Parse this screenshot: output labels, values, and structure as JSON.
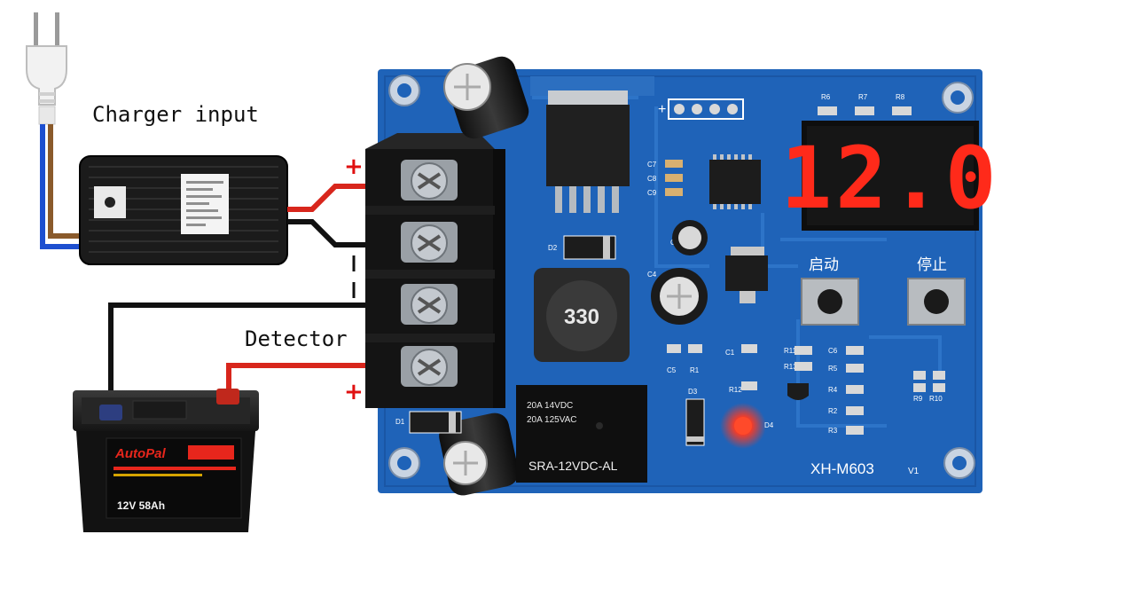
{
  "labels": {
    "charger_input": "Charger input",
    "detector": "Detector",
    "plus_top": "+",
    "plus_bottom": "+"
  },
  "board": {
    "model": "XH-M603",
    "version": "V1",
    "display": "12.0",
    "start_button": "启动",
    "stop_button": "停止",
    "inductor": "330",
    "relay_line1": "20A 14VDC",
    "relay_line2": "20A 125VAC",
    "relay_model": "SRA-12VDC-AL",
    "led_label": "D4",
    "components": {
      "r6": "R6",
      "r7": "R7",
      "r8": "R8",
      "c7": "C7",
      "c8": "C8",
      "c9": "C9",
      "c2": "C2",
      "c4": "C4",
      "c5": "C5",
      "c1": "C1",
      "c6": "C6",
      "d1": "D1",
      "d2": "D2",
      "d3": "D3",
      "r1": "R1",
      "r2": "R2",
      "r3": "R3",
      "r4": "R4",
      "r5": "R5",
      "r9": "R9",
      "r10": "R10",
      "r11": "R11",
      "r12": "R12",
      "r13": "R13"
    }
  },
  "battery": {
    "brand": "AutoPal",
    "spec": "12V 58Ah"
  },
  "colors": {
    "pcb": "#1f63b8",
    "wire_positive": "#d8261c",
    "wire_negative": "#111111",
    "wire_mains_live": "#8a5a2b",
    "wire_mains_neutral": "#1d4fd0",
    "display_segment": "#ff2a1a"
  }
}
